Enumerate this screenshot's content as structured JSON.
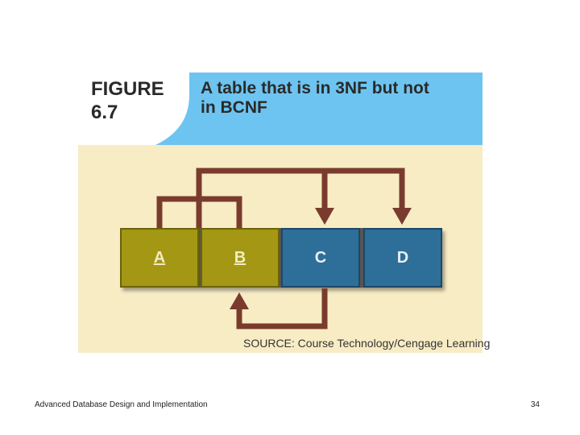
{
  "figure": {
    "label_line1": "FIGURE",
    "label_line2": "6.7",
    "title_line1": "A table that is in 3NF but not",
    "title_line2": "in BCNF",
    "source": "SOURCE: Course Technology/Cengage Learning"
  },
  "diagram": {
    "cells": [
      {
        "label": "A",
        "key": true
      },
      {
        "label": "B",
        "key": true
      },
      {
        "label": "C",
        "key": false
      },
      {
        "label": "D",
        "key": false
      }
    ],
    "colors": {
      "key_cell": "#a39714",
      "nonkey_cell": "#2e6f9a",
      "arrow": "#7a3b2e",
      "header_blue": "#6ec4f0",
      "background": "#f8ecc4"
    }
  },
  "footer": {
    "course": "Advanced Database Design and Implementation",
    "page": "34"
  }
}
